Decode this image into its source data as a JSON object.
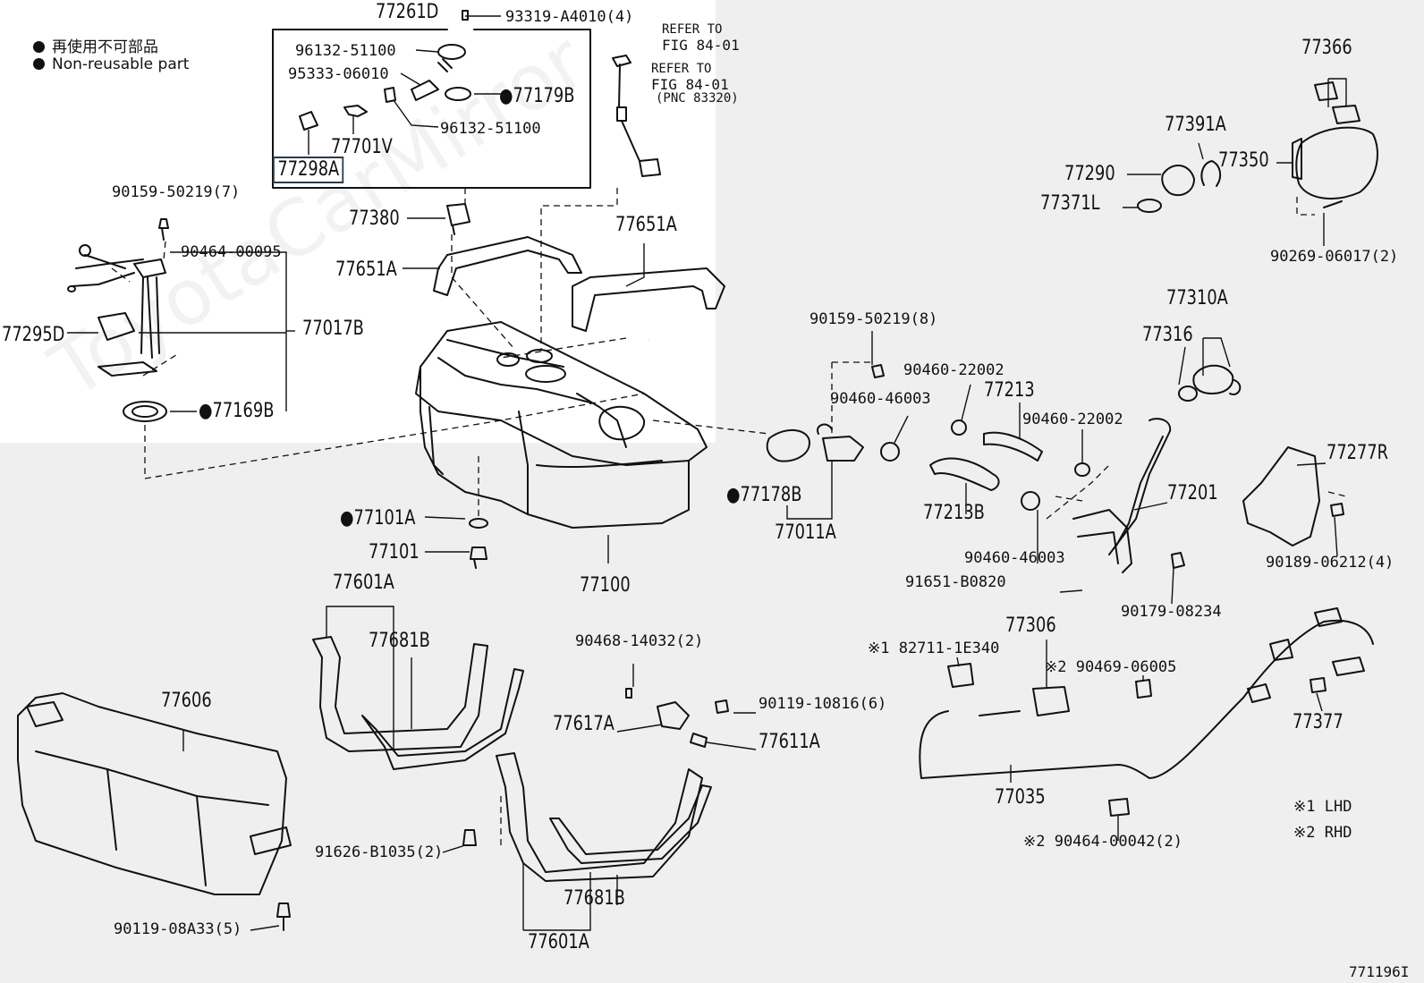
{
  "legend": {
    "line1": "再使用不可部品",
    "line2": "Non-reusable part"
  },
  "watermark": "ToyotaCarMirror",
  "figure_id": "771196I",
  "notes": [
    {
      "mark": "※1",
      "text": "LHD"
    },
    {
      "mark": "※2",
      "text": "RHD"
    }
  ],
  "labels": {
    "p77261D": "77261D",
    "p93319": "93319-A4010(4)",
    "refer1a": "REFER TO",
    "refer1b": "FIG 84-01",
    "refer2a": "REFER TO",
    "refer2b": "FIG 84-01",
    "refer2c": "(PNC 83320)",
    "p96132a": "96132-51100",
    "p95333": "95333-06010",
    "p77179B": "●77179B",
    "p96132b": "96132-51100",
    "p77701V": "77701V",
    "p77298A": "77298A",
    "p90159a": "90159-50219(7)",
    "p90464a": "90464-00095",
    "p77380": "77380",
    "p77651Aa": "77651A",
    "p77651Ab": "77651A",
    "p77295D": "77295D",
    "p77017B": "77017B",
    "p77169B": "●77169B",
    "p77366": "77366",
    "p77391A": "77391A",
    "p77290": "77290",
    "p77350": "77350",
    "p77371L": "77371L",
    "p90269": "90269-06017(2)",
    "p77310A": "77310A",
    "p77316": "77316",
    "p90159b": "90159-50219(8)",
    "p90460a": "90460-22002",
    "p77213": "77213",
    "p90460b": "90460-46003",
    "p90460c": "90460-22002",
    "p77277R": "77277R",
    "p77178B": "●77178B",
    "p77011A": "77011A",
    "p77213B": "77213B",
    "p77201": "77201",
    "p77101A": "●77101A",
    "p77101": "77101",
    "p77100": "77100",
    "p90460d": "90460-46003",
    "p91651": "91651-B0820",
    "p90189": "90189-06212(4)",
    "p90179": "90179-08234",
    "p77601Aa": "77601A",
    "p77681Ba": "77681B",
    "p90468": "90468-14032(2)",
    "p77306": "77306",
    "p82711": "※1 82711-1E340",
    "p90469": "※2 90469-06005",
    "p77606": "77606",
    "p90119a": "90119-10816(6)",
    "p77617A": "77617A",
    "p77611A": "77611A",
    "p77377": "77377",
    "p77035": "77035",
    "p91626": "91626-B1035(2)",
    "p77681Bb": "77681B",
    "p90464b": "※2 90464-00042(2)",
    "p90119b": "90119-08A33(5)",
    "p77601Ab": "77601A"
  },
  "colors": {
    "ink": "#111111",
    "paper": "#ffffff",
    "shade": "#f0f0f0",
    "box": "#2b3a4a"
  }
}
